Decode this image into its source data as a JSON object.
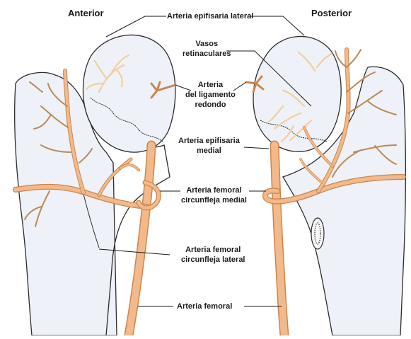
{
  "views": {
    "anterior": "Anterior",
    "posterior": "Posterior"
  },
  "labels": {
    "lateral_epiphyseal": "Arteria epifisaria lateral",
    "retinacular": [
      "Vasos",
      "retinaculares"
    ],
    "round_ligament": [
      "Arteria",
      "del ligamento",
      "redondo"
    ],
    "medial_epiphyseal": [
      "Arteria epifisaria",
      "medial"
    ],
    "medial_circumflex": [
      "Arteria femoral",
      "circunfleja medial"
    ],
    "lateral_circumflex": [
      "Arteria femoral",
      "circunfleja lateral"
    ],
    "femoral": "Arteria femoral"
  },
  "colors": {
    "bone_fill": "#eef1f7",
    "bone_stroke": "#2b2b2b",
    "artery": "#f3b98a",
    "artery_stroke": "#c9864f",
    "head_vessel": "#f2cf9e"
  }
}
